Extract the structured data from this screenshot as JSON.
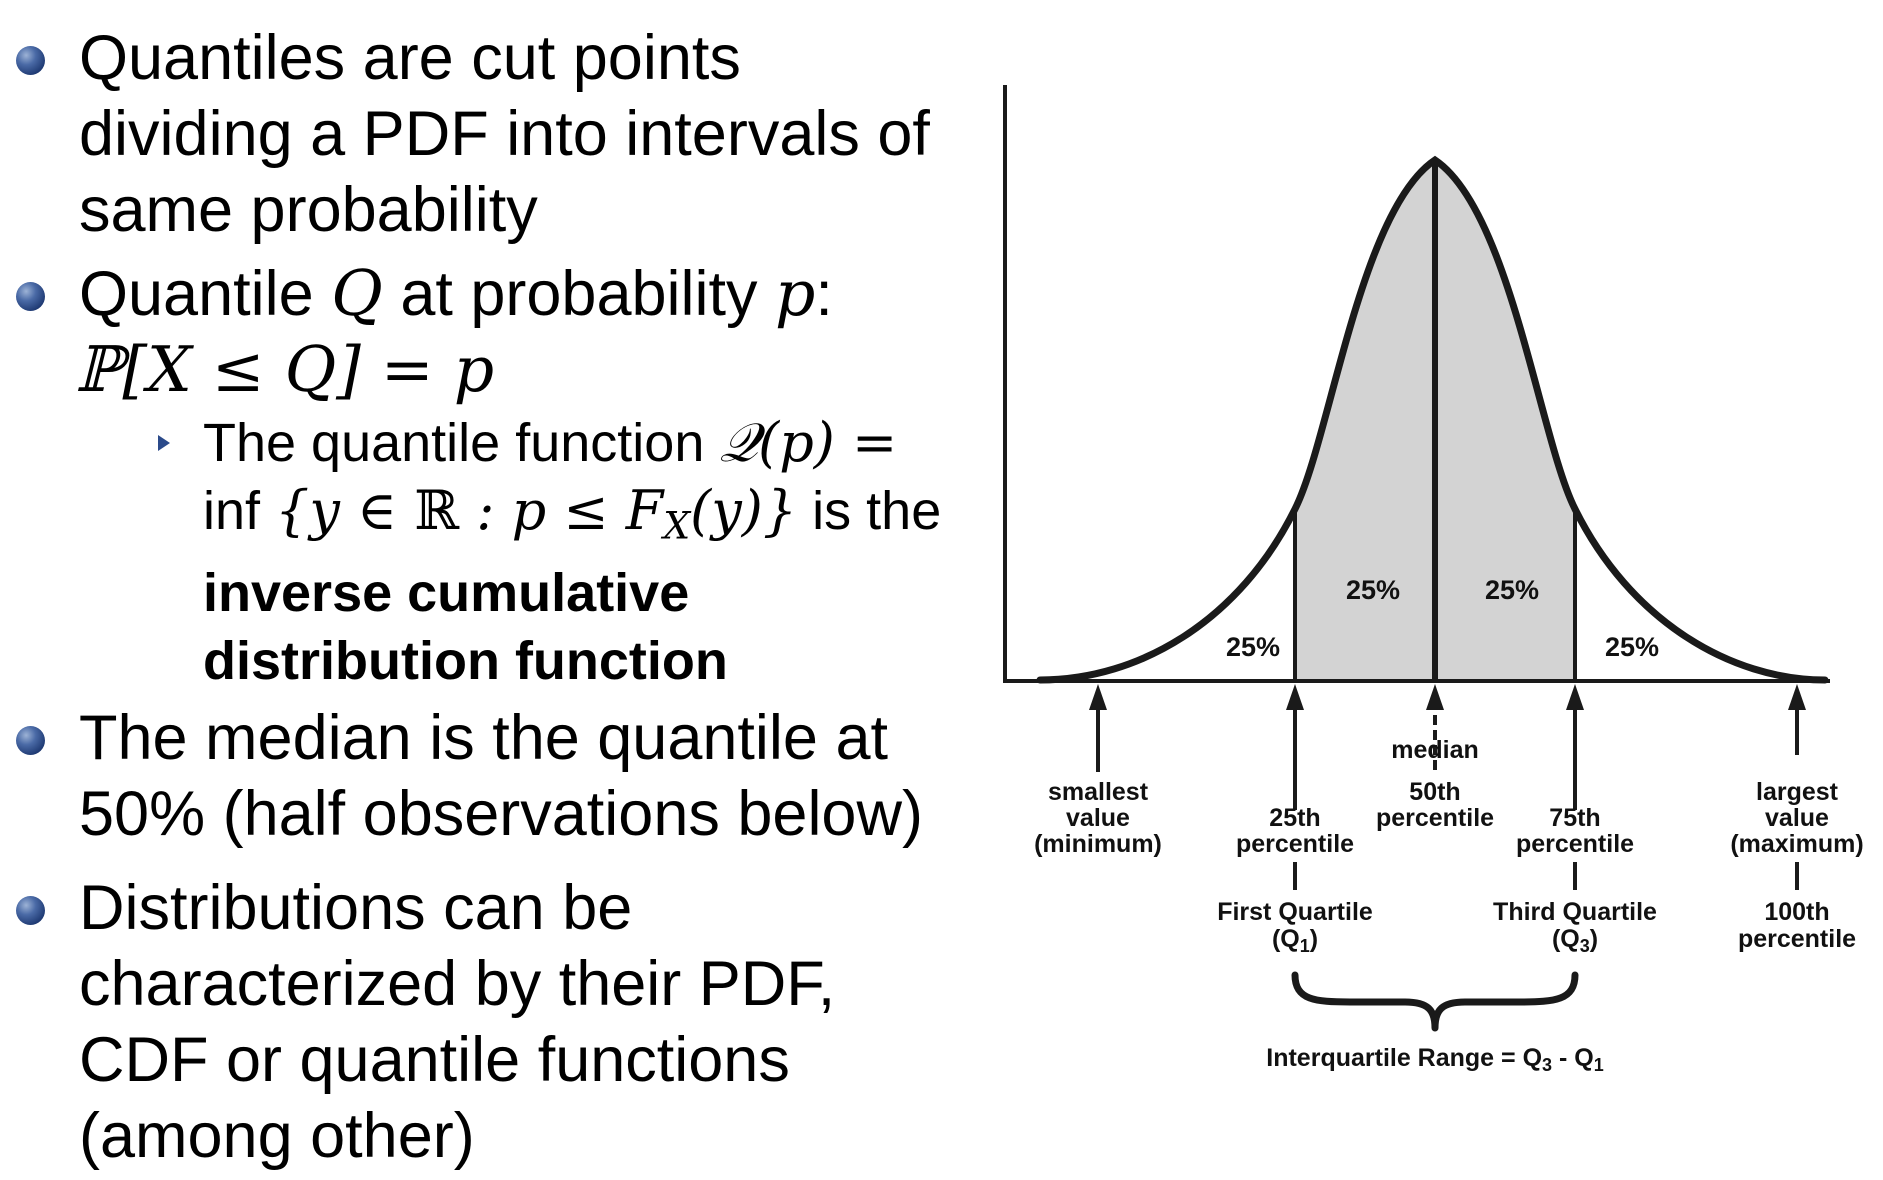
{
  "text": {
    "bullet1": {
      "line1": "Quantiles are cut points",
      "line2": "dividing a PDF into intervals of",
      "line3": "same probability"
    },
    "bullet2": {
      "lead": "Quantile ",
      "var_q": "Q",
      "mid": " at probability ",
      "var_p": "p",
      "colon": ":",
      "formula": "ℙ[X ≤ Q] = p"
    },
    "sub_bullet": {
      "l1_text": "The quantile function ",
      "l1_math": "𝒬(p) =",
      "l2_inf": "inf ",
      "l2_math_a": "{y ∈ ",
      "l2_bbR": "ℝ",
      "l2_math_b": " : p ≤ F",
      "l2_sub": "X",
      "l2_math_c": "(y)}",
      "l2_tail": " is the",
      "bold1": "inverse cumulative",
      "bold2": "distribution function"
    },
    "bullet3": {
      "line1": "The median is the quantile at",
      "line2": "50% (half observations below)"
    },
    "bullet4": {
      "line1": "Distributions can be",
      "line2": "characterized by their PDF,",
      "line3": "CDF or quantile functions",
      "line4": "(among other)"
    }
  },
  "diagram": {
    "regions": {
      "p1": "25%",
      "p2": "25%",
      "p3": "25%",
      "p4": "25%"
    },
    "shading_color": "#d3d3d3",
    "labels": {
      "min": [
        "smallest",
        "value",
        "(minimum)"
      ],
      "q1": [
        "25th",
        "percentile"
      ],
      "q1_name": "First Quartile",
      "q1_sym": "(Q",
      "q1_sub": "1",
      "q1_close": ")",
      "median_top": "median",
      "median": [
        "50th",
        "percentile"
      ],
      "q3": [
        "75th",
        "percentile"
      ],
      "q3_name": "Third Quartile",
      "q3_sym": "(Q",
      "q3_sub": "3",
      "q3_close": ")",
      "max": [
        "largest",
        "value",
        "(maximum)"
      ],
      "max_pct": [
        "100th",
        "percentile"
      ],
      "iqr_text": "Interquartile Range = ",
      "iqr_q3": "Q",
      "iqr_q3_sub": "3",
      "iqr_minus": " - ",
      "iqr_q1": "Q",
      "iqr_q1_sub": "1"
    }
  }
}
